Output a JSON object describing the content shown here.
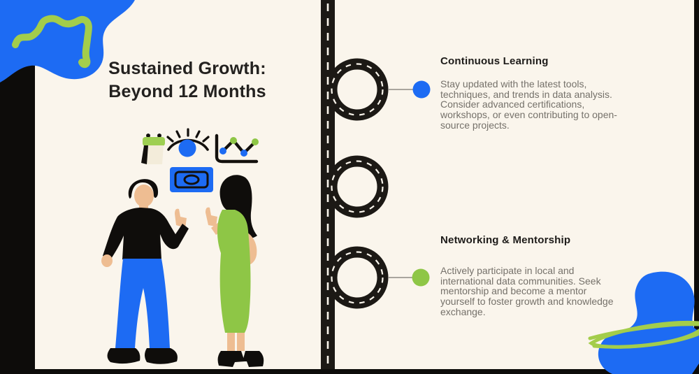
{
  "colors": {
    "frame_black": "#0d0c0a",
    "card_cream": "#faf5ec",
    "accent_blue": "#1d6bf3",
    "accent_green": "#8ec646",
    "squiggle_green": "#a3cd4b",
    "road_black": "#1c1915",
    "heading_text": "#1d1b19",
    "body_text": "#75716a",
    "skin_tan": "#eebd92",
    "connector_gray": "#a9a59e"
  },
  "title": {
    "line1": "Sustained Growth:",
    "line2": "Beyond 12 Months"
  },
  "sections": [
    {
      "heading": "Continuous Learning",
      "body": "Stay updated with the latest tools, techniques, and trends in data analysis. Consider advanced certifications, workshops, or even contributing to open-source projects.",
      "marker_color": "#1d6bf3"
    },
    {
      "heading": "Networking & Mentorship",
      "body": "Actively participate in local and international data communities. Seek mentorship and become a mentor yourself to foster growth and knowledge exchange.",
      "marker_color": "#8ec646"
    }
  ],
  "timeline": {
    "type": "vertical-road-with-roundabouts",
    "milestone_count": 3
  },
  "illustration": {
    "icons": [
      "calendar",
      "eye",
      "line-chart",
      "money"
    ],
    "scene": "two people discussing money"
  }
}
